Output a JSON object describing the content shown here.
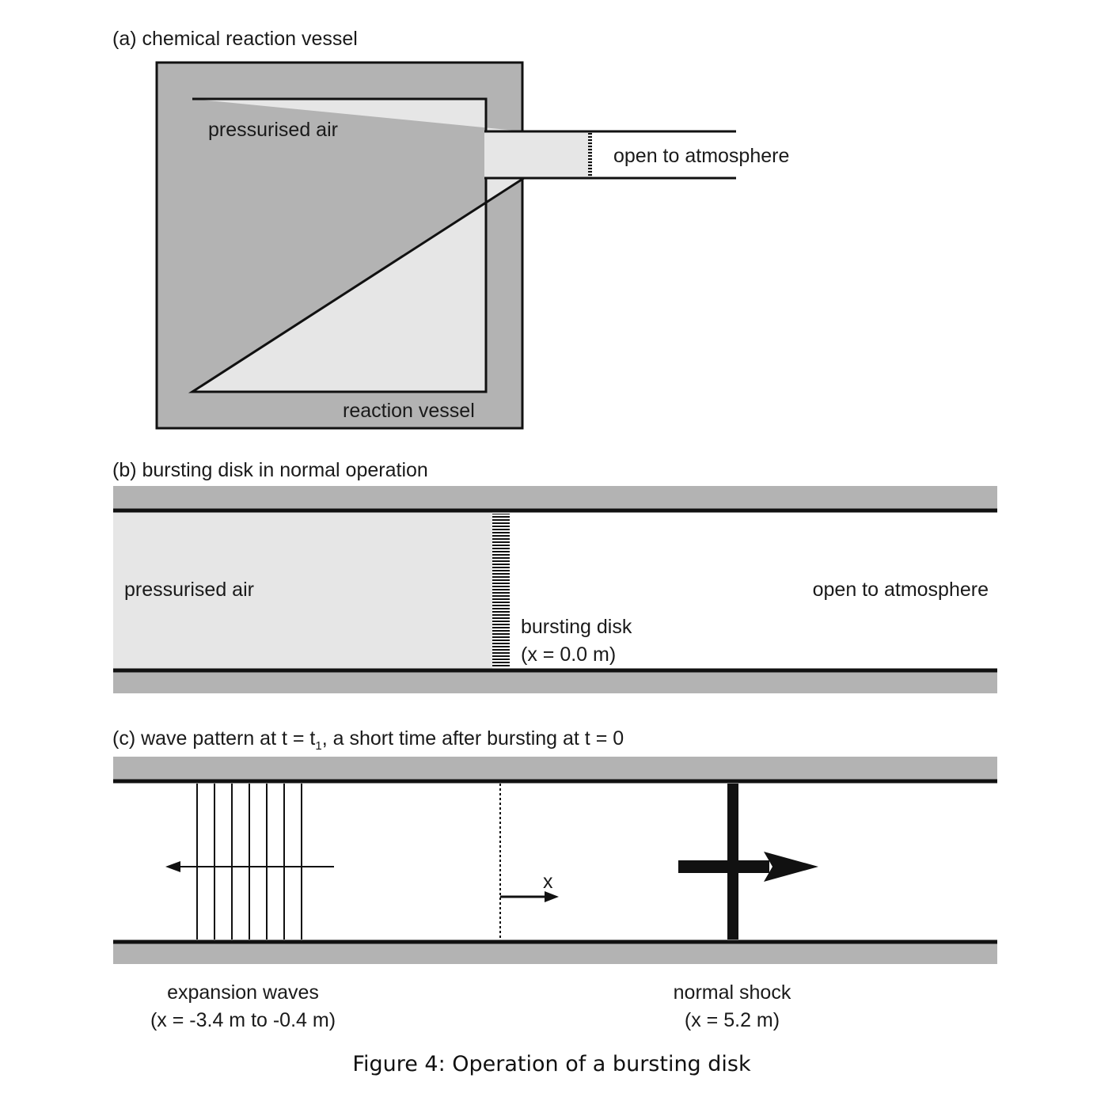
{
  "panel_a": {
    "title": "(a) chemical reaction vessel",
    "inner_label": "pressurised air",
    "outlet_label": "open to atmosphere",
    "vessel_label": "reaction vessel"
  },
  "panel_b": {
    "title": "(b) bursting disk in normal operation",
    "left_label": "pressurised air",
    "right_label": "open to atmosphere",
    "disk_label": "bursting disk",
    "disk_position": "(x = 0.0 m)"
  },
  "panel_c": {
    "title_prefix": "(c) wave pattern at t = t",
    "title_subscript": "1",
    "title_suffix": ", a short time after bursting at t = 0",
    "axis_label": "x",
    "expansion_label": "expansion waves",
    "expansion_range": "(x = -3.4 m to -0.4 m)",
    "shock_label": "normal shock",
    "shock_position": "(x = 5.2 m)"
  },
  "caption": "Figure 4: Operation of a bursting disk",
  "colors": {
    "wall": "#b3b3b3",
    "air": "#e6e6e6",
    "line": "#111111",
    "background": "#ffffff"
  }
}
